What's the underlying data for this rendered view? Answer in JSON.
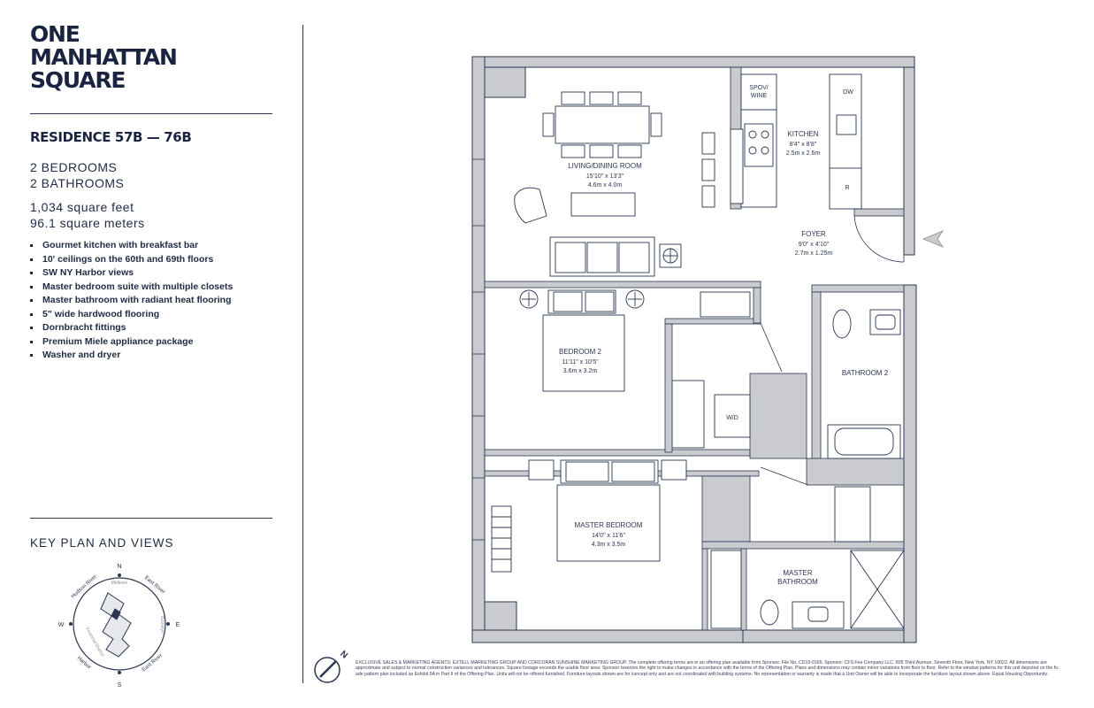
{
  "brand": {
    "line1": "ONE",
    "line2": "MANHATTAN",
    "line3": "SQUARE"
  },
  "residence": {
    "title": "RESIDENCE 57B — 76B",
    "bedrooms": "2 BEDROOMS",
    "bathrooms": "2 BATHROOMS",
    "sqft": "1,034 square feet",
    "sqm": "96.1 square meters"
  },
  "features": [
    "Gourmet kitchen with breakfast bar",
    "10' ceilings on the 60th and 69th floors",
    "SW NY Harbor views",
    "Master bedroom suite with multiple closets",
    "Master bathroom with radiant heat flooring",
    "5\" wide hardwood flooring",
    "Dornbracht fittings",
    "Premium Miele appliance package",
    "Washer and dryer"
  ],
  "key_plan": {
    "title": "KEY PLAN AND VIEWS",
    "labels": {
      "north": "N",
      "south": "S",
      "east": "E",
      "west": "W",
      "hudson": "Hudson River",
      "east_river_top": "East River",
      "east_river_bottom": "East River",
      "harbor": "Harbor",
      "midtown": "Midtown",
      "brooklyn": "Brooklyn",
      "financial": "Financial District"
    }
  },
  "rooms": {
    "living": {
      "name": "LIVING/DINING ROOM",
      "imperial": "15'10\" x 13'3\"",
      "metric": "4.6m x 4.0m"
    },
    "kitchen": {
      "name": "KITCHEN",
      "imperial": "8'4\" x 8'8\"",
      "metric": "2.5m x 2.6m"
    },
    "foyer": {
      "name": "FOYER",
      "imperial": "9'0\" x 4'10\"",
      "metric": "2.7m x 1.25m"
    },
    "bedroom2": {
      "name": "BEDROOM 2",
      "imperial": "11'11\" x 10'5\"",
      "metric": "3.6m x 3.2m"
    },
    "bathroom2": {
      "name": "BATHROOM 2"
    },
    "master_bedroom": {
      "name": "MASTER BEDROOM",
      "imperial": "14'0\" x 11'6\"",
      "metric": "4.3m x 3.5m"
    },
    "master_bathroom": {
      "name_line1": "MASTER",
      "name_line2": "BATHROOM"
    },
    "spov_wine_1": "SPOV/",
    "spov_wine_2": "WINE",
    "dw": "DW",
    "fridge": "R",
    "wd": "W/D"
  },
  "compass": {
    "label": "N"
  },
  "disclaimer": "EXCLUSIVE SALES & MARKETING AGENTS: EXTELL MARKETING GROUP AND CORCORAN SUNSHINE MARKETING GROUP. The complete offering terms are in an offering plan available from Sponsor. File No. CD15-0165. Sponsor: CFS Fee Company LLC, 805 Third Avenue, Seventh Floor, New York, NY 10022. All dimensions are approximate and subject to normal construction variances and tolerances. Square footage exceeds the usable floor area. Sponsor reserves the right to make changes in accordance with the terms of the Offering Plan. Plans and dimensions may contain minor variations from floor to floor. Refer to the window patterns for this unit depicted on the fo. ade pattern plan included as Exhibit 5A in Part II of the Offering Plan. Units will not be offered furnished. Furniture layouts shown are for concept only and are not coordinated with building systems. No representation or warranty is made that a Unit Owner will be able to incorporate the furniture layout shown above. Equal Housing Opportunity.",
  "colors": {
    "ink": "#1f2a44",
    "wall": "#c9cbcf",
    "line": "#2a3550"
  }
}
